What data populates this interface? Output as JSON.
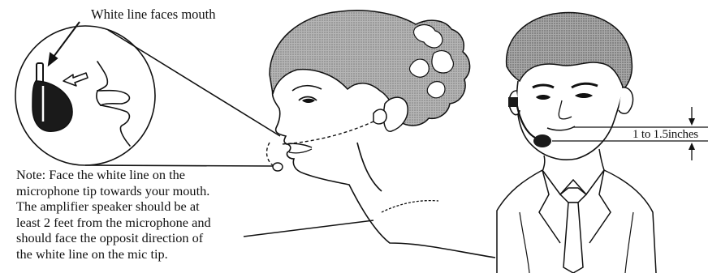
{
  "callout": {
    "label": "White line faces mouth"
  },
  "note": {
    "lines": [
      "Note: Face the white line on the",
      "microphone tip towards your mouth.",
      "The amplifier speaker should be at",
      "least 2 feet from the microphone and",
      "should face the opposit direction of",
      "the white line on the mic tip."
    ]
  },
  "measurement": {
    "label": "1 to 1.5inches"
  },
  "colors": {
    "ink": "#111111",
    "paper": "#ffffff",
    "hair_shade": "#9a9a9a",
    "mic_fill": "#1a1a1a"
  },
  "icons": [
    "arrow-icon",
    "microphone-icon",
    "arrow-up-icon",
    "arrow-down-icon"
  ]
}
